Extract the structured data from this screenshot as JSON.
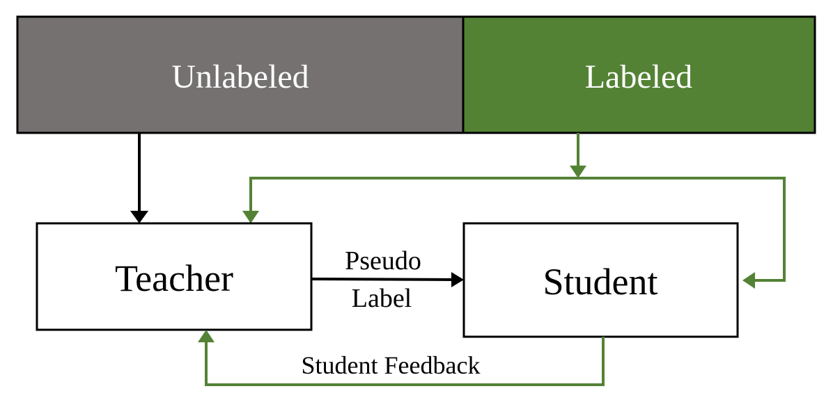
{
  "data_bar": {
    "unlabeled": "Unlabeled",
    "labeled": "Labeled",
    "unlabeled_color": "#757171",
    "labeled_color": "#548235"
  },
  "nodes": {
    "teacher": "Teacher",
    "student": "Student"
  },
  "edges": {
    "pseudo_label_line1": "Pseudo",
    "pseudo_label_line2": "Label",
    "student_feedback": "Student Feedback"
  },
  "colors": {
    "green_arrow": "#548235",
    "black_arrow": "#000000"
  }
}
